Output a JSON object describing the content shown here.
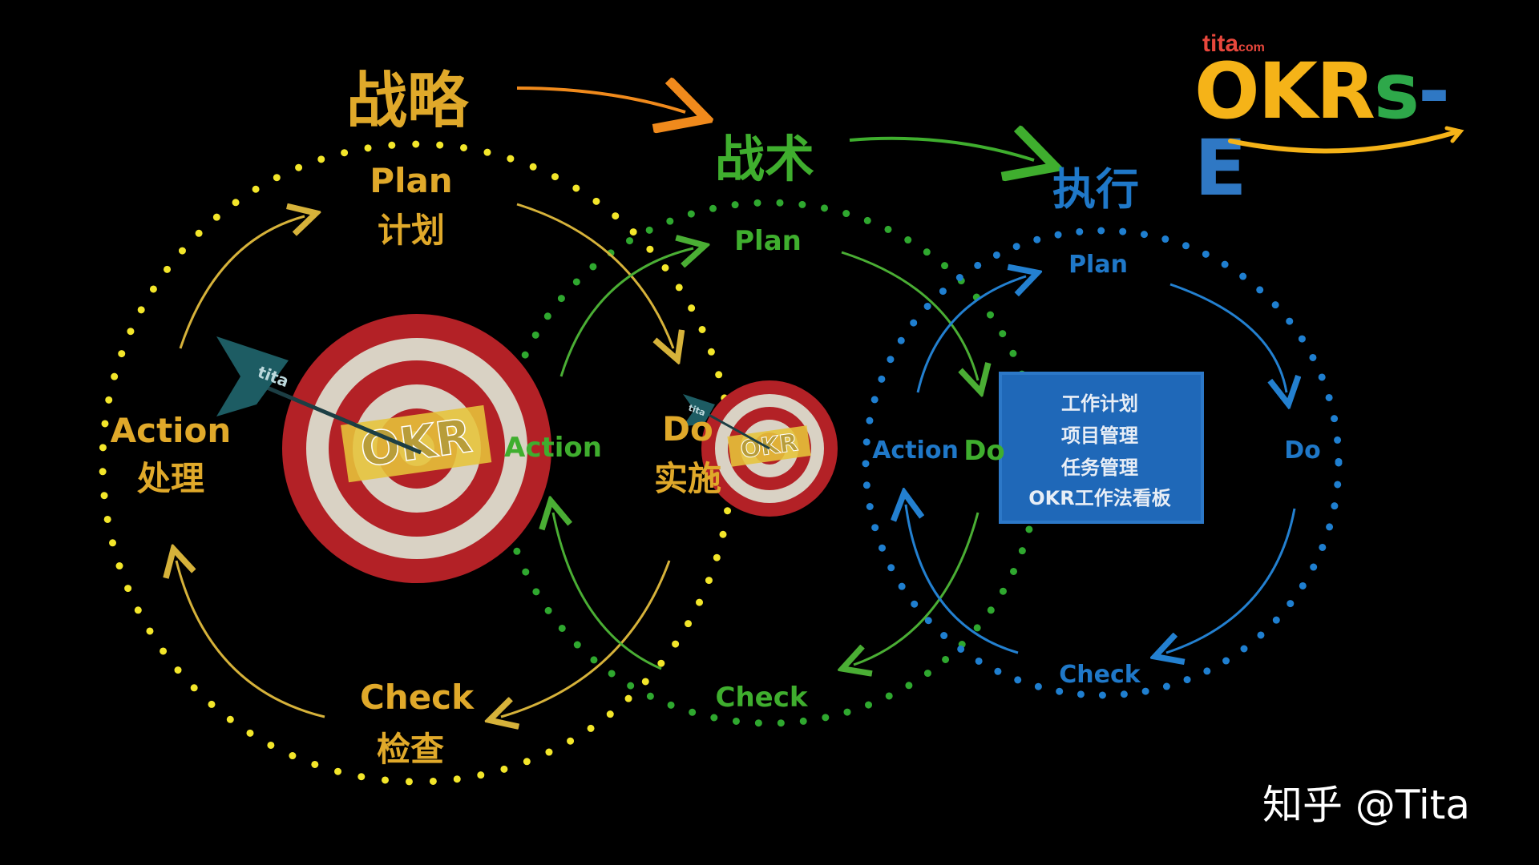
{
  "headings": {
    "strategy": "战略",
    "tactics": "战术",
    "execution": "执行"
  },
  "cycle_strategy": {
    "plan": "Plan",
    "plan_cn": "计划",
    "do": "Do",
    "do_cn": "实施",
    "check": "Check",
    "check_cn": "检查",
    "action": "Action",
    "action_cn": "处理",
    "target_label": "OKR",
    "arrow_brand": "tita"
  },
  "cycle_tactics": {
    "plan": "Plan",
    "action": "Action",
    "check": "Check",
    "target_label": "OKR",
    "arrow_brand": "tita"
  },
  "cycle_execution": {
    "plan": "Plan",
    "do": "Do",
    "check": "Check",
    "action": "Action",
    "do_left": "Do",
    "board_items": [
      "工作计划",
      "项目管理",
      "任务管理",
      "OKR工作法看板"
    ]
  },
  "logo": {
    "brand_top": "tita",
    "brand_top_suffix": "com",
    "title_part1": "OKR",
    "title_part2": "s",
    "title_part3": "-E"
  },
  "watermark": "知乎 @Tita",
  "colors": {
    "strategy": "#e0a92a",
    "strategy_dots": "#f3e62a",
    "tactics": "#3fae2e",
    "execution": "#1e78c8"
  }
}
